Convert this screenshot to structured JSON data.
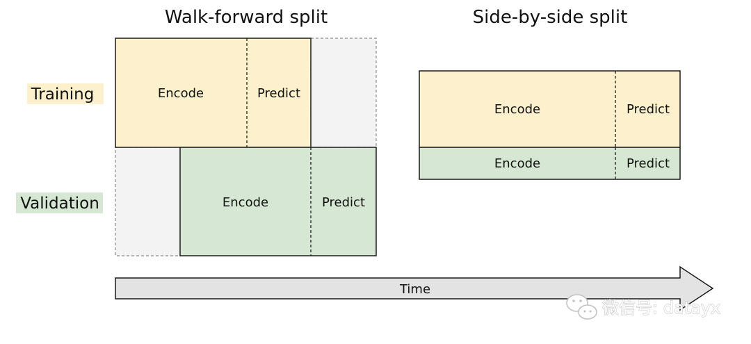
{
  "walk_forward": {
    "title": "Walk-forward split",
    "training": {
      "encode": "Encode",
      "predict": "Predict"
    },
    "validation": {
      "encode": "Encode",
      "predict": "Predict"
    }
  },
  "side_by_side": {
    "title": "Side-by-side split",
    "training": {
      "encode": "Encode",
      "predict": "Predict"
    },
    "validation": {
      "encode": "Encode",
      "predict": "Predict"
    }
  },
  "rows": {
    "training": "Training",
    "validation": "Validation"
  },
  "time_axis": {
    "label": "Time"
  },
  "watermark": {
    "text": "微信号: datayx",
    "icon": "wechat-icon"
  },
  "colors": {
    "training": "#fdf0cd",
    "validation": "#d6e8d3",
    "padding": "#f3f3f3",
    "arrow": "#e3e3e3",
    "line": "#1a1a1a"
  }
}
